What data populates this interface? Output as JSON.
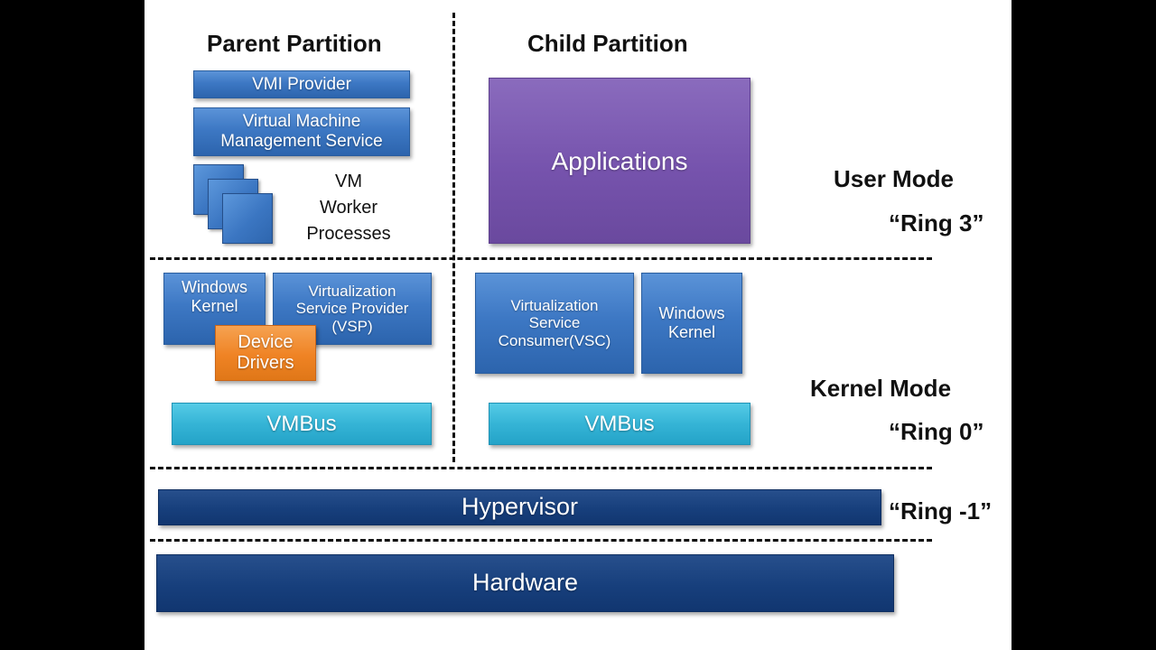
{
  "headings": {
    "parent": "Parent Partition",
    "child": "Child Partition"
  },
  "parent": {
    "vmi_provider": "VMI Provider",
    "vmms_line1": "Virtual Machine",
    "vmms_line2": "Management Service",
    "worker_line1": "VM",
    "worker_line2": "Worker",
    "worker_line3": "Processes",
    "windows_kernel_line1": "Windows",
    "windows_kernel_line2": "Kernel",
    "vsp_line1": "Virtualization",
    "vsp_line2": "Service Provider",
    "vsp_line3": "(VSP)",
    "device_drivers_line1": "Device",
    "device_drivers_line2": "Drivers",
    "vmbus": "VMBus"
  },
  "child": {
    "applications": "Applications",
    "vsc_line1": "Virtualization",
    "vsc_line2": "Service",
    "vsc_line3": "Consumer(VSC)",
    "windows_kernel_line1": "Windows",
    "windows_kernel_line2": "Kernel",
    "vmbus": "VMBus"
  },
  "layers": {
    "hypervisor": "Hypervisor",
    "hardware": "Hardware"
  },
  "modes": {
    "user": "User Mode",
    "ring3": "“Ring 3”",
    "kernel": "Kernel Mode",
    "ring0": "“Ring 0”",
    "ring_minus1": "“Ring -1”"
  },
  "colors": {
    "blue": "#3d78c4",
    "purple": "#7653ad",
    "orange": "#ef8324",
    "cyan": "#35b4d6",
    "navy": "#173f7c"
  }
}
